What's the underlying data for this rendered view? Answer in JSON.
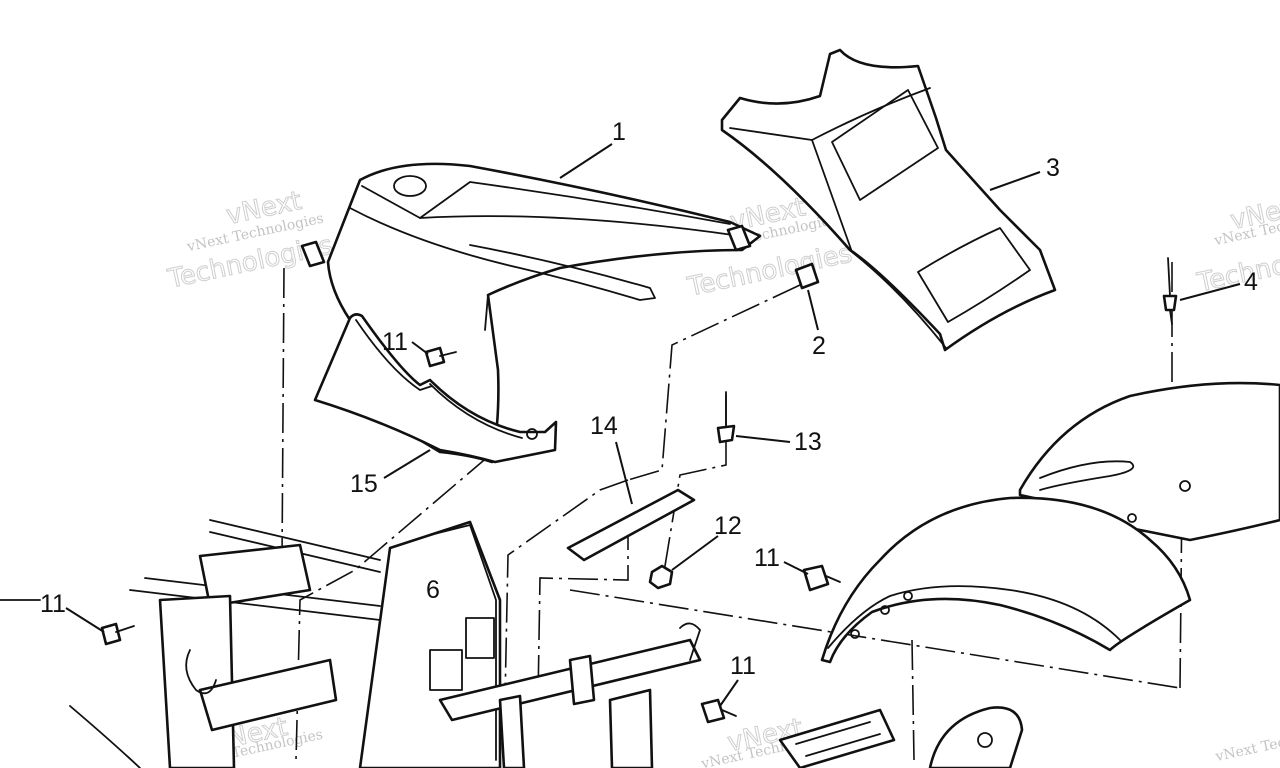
{
  "callouts": {
    "c1": "1",
    "c2": "2",
    "c3": "3",
    "c4": "4",
    "c6": "6",
    "c11a": "11",
    "c11b": "11",
    "c11c": "11",
    "c11d": "11",
    "c12": "12",
    "c13": "13",
    "c14": "14",
    "c15": "15"
  },
  "watermark": {
    "brand": "vNext",
    "line_small": "vNext Technologies",
    "line_big": "Technologies"
  },
  "colors": {
    "ink": "#111111",
    "watermark": "#c4c4c4",
    "background": "#ffffff"
  }
}
